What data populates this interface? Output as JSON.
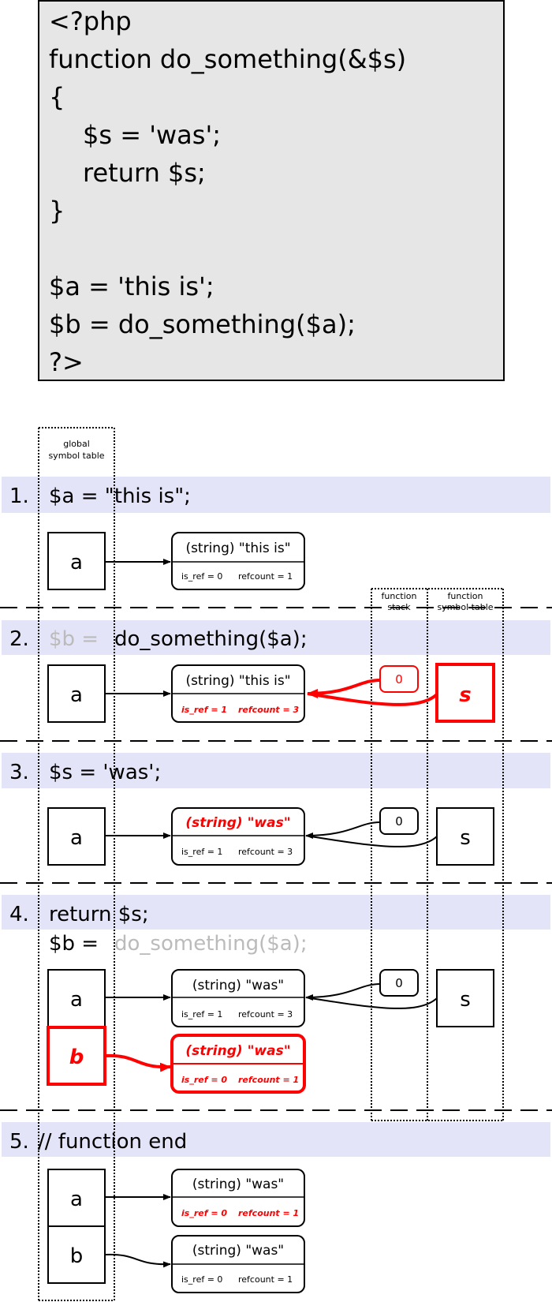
{
  "code": {
    "lines": [
      "<?php",
      "function do_something(&$s)",
      "{",
      "    $s = 'was';",
      "    return $s;",
      "}",
      "",
      "$a = 'this is';",
      "$b = do_something($a);",
      "?>"
    ]
  },
  "columns": {
    "global_line1": "global",
    "global_line2": "symbol table",
    "stack_line1": "function",
    "stack_line2": "stack",
    "fsym_line1": "function",
    "fsym_line2": "symbol table"
  },
  "steps": [
    {
      "number": "1.",
      "text": "$a = \"this is\";"
    },
    {
      "number": "2.",
      "muted": "$b =",
      "text": "do_something($a);"
    },
    {
      "number": "3.",
      "text": "$s = 'was';"
    },
    {
      "number": "4.",
      "text": "return $s;",
      "line2": "$b =",
      "line2_muted": "do_something($a);"
    },
    {
      "number": "5.",
      "text": "// function end"
    }
  ],
  "vars": {
    "a": "a",
    "b": "b",
    "s": "s",
    "stack_value": "0"
  },
  "zvals": {
    "this_is": "(string) \"this is\"",
    "was": "(string) \"was\"",
    "ref0": "is_ref = 0",
    "ref1": "is_ref = 1",
    "rc1": "refcount = 1",
    "rc3": "refcount = 3"
  },
  "colors": {
    "highlight": "#ff0000",
    "band": "#e4e4f8",
    "code_bg": "#e6e6e6"
  }
}
